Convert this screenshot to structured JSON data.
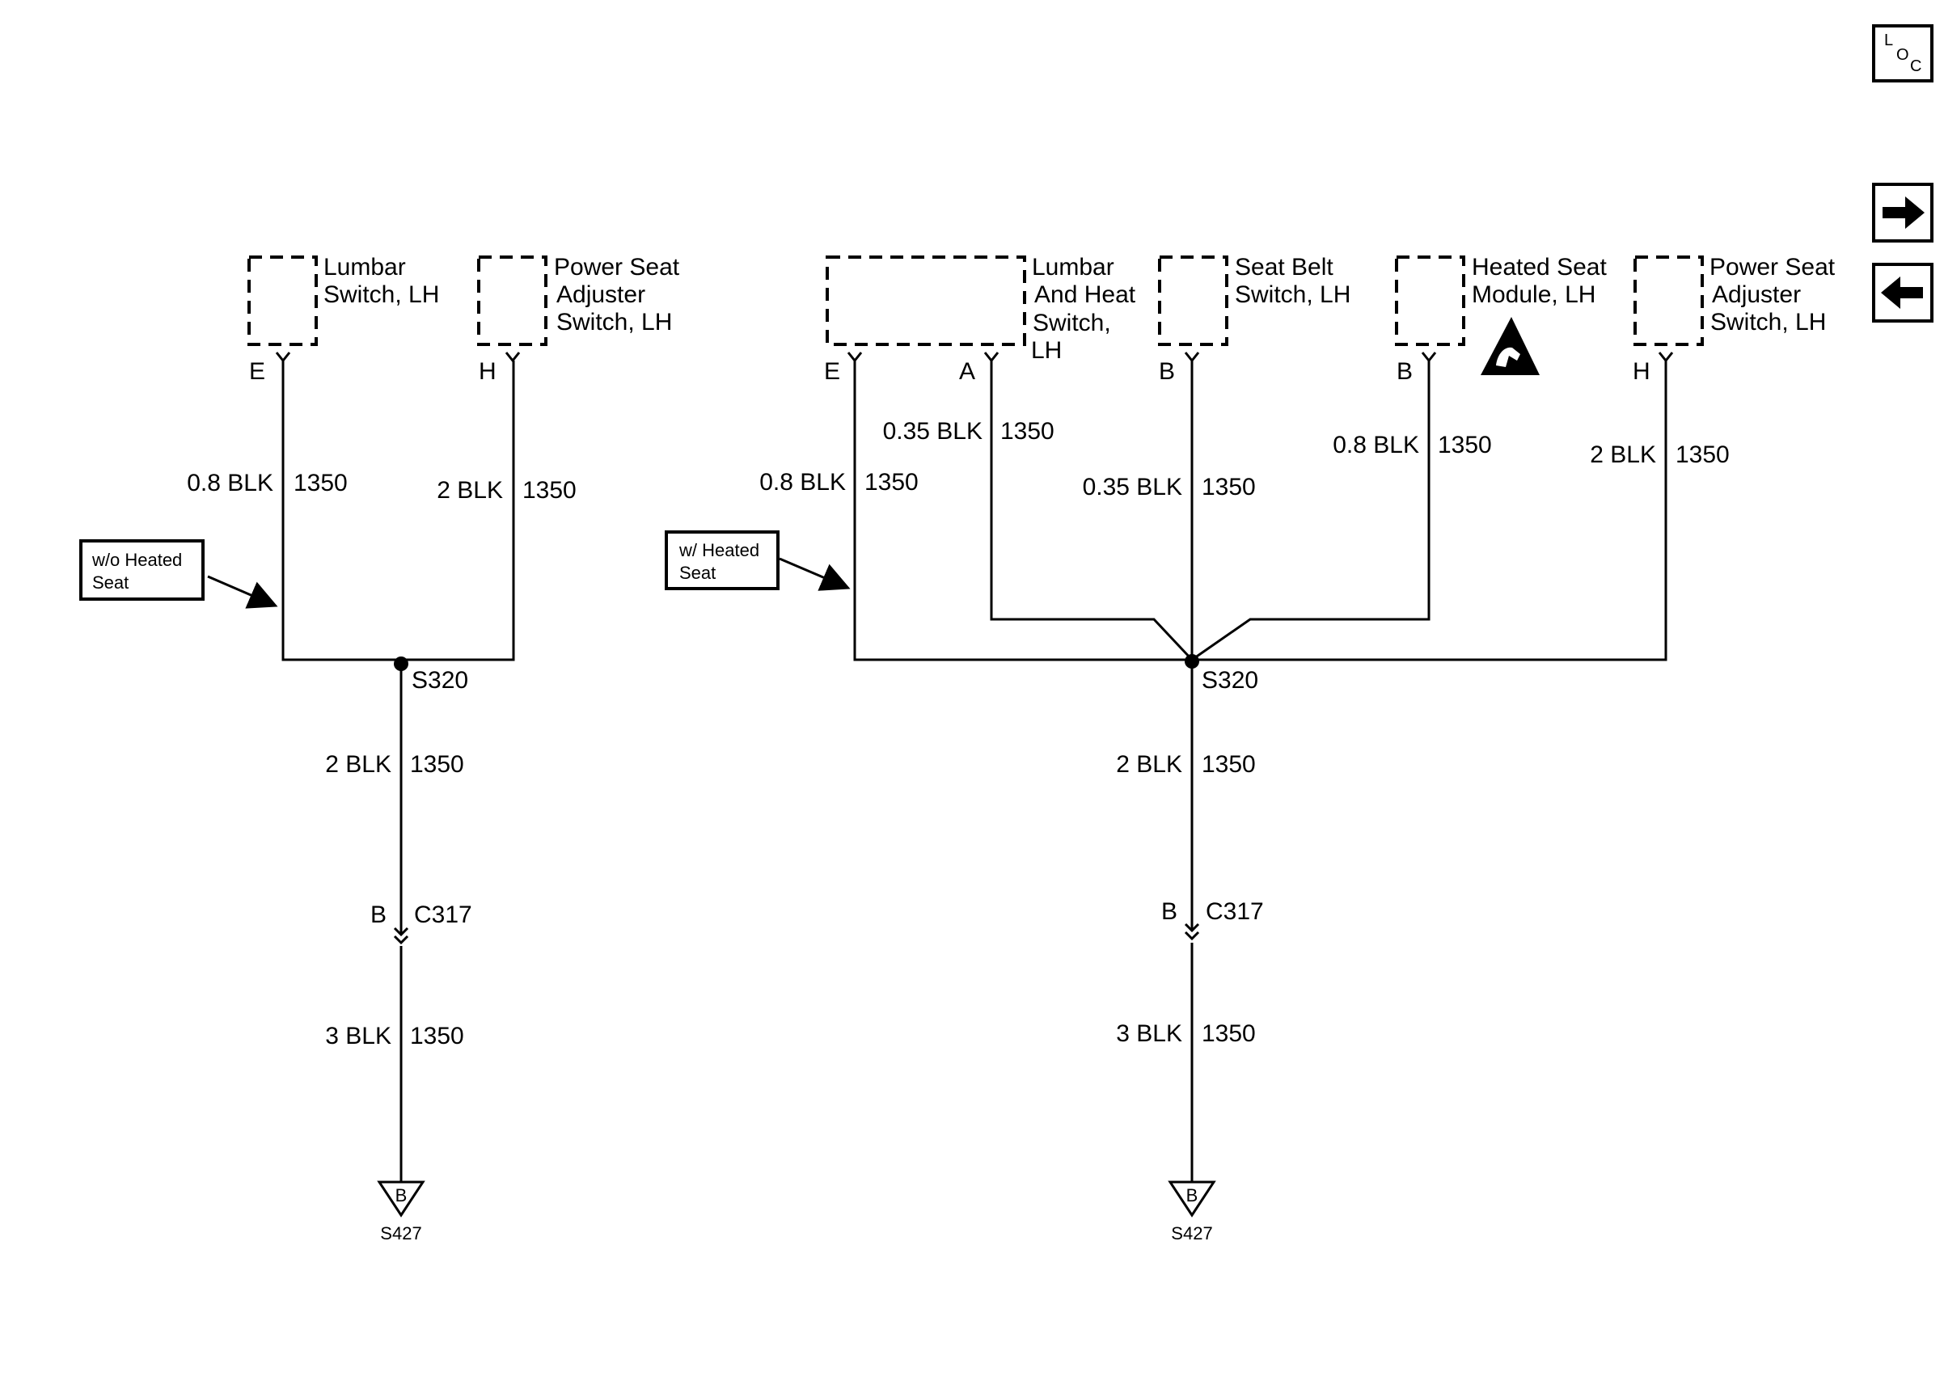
{
  "nav": {
    "loc_letters": [
      "L",
      "O",
      "C"
    ],
    "next_icon": "arrow-right-icon",
    "prev_icon": "arrow-left-icon"
  },
  "left": {
    "note": [
      "w/o Heated",
      "Seat"
    ],
    "components": {
      "lumbar": [
        "Lumbar",
        "Switch, LH"
      ],
      "power_seat": [
        "Power Seat",
        "Adjuster",
        "Switch, LH"
      ]
    },
    "pins": {
      "lumbar": "E",
      "power_seat": "H"
    },
    "wires": {
      "lumbar": {
        "gauge": "0.8 BLK",
        "circuit": "1350"
      },
      "power_seat": {
        "gauge": "2 BLK",
        "circuit": "1350"
      },
      "splice_out": {
        "gauge": "2 BLK",
        "circuit": "1350"
      },
      "ground": {
        "gauge": "3 BLK",
        "circuit": "1350"
      }
    },
    "splice": "S320",
    "connector": {
      "pin": "B",
      "name": "C317"
    },
    "ground": {
      "letter": "B",
      "name": "S427"
    }
  },
  "right": {
    "note": [
      "w/ Heated",
      "Seat"
    ],
    "components": {
      "lumbar_heat": [
        "Lumbar",
        "And Heat",
        "Switch,",
        "LH"
      ],
      "seat_belt": [
        "Seat Belt",
        "Switch, LH"
      ],
      "heated_module": [
        "Heated Seat",
        "Module, LH"
      ],
      "power_seat": [
        "Power Seat",
        "Adjuster",
        "Switch, LH"
      ]
    },
    "pins": {
      "lumbar_e": "E",
      "lumbar_a": "A",
      "seat_belt": "B",
      "heated_module": "B",
      "power_seat": "H"
    },
    "wires": {
      "lumbar_e": {
        "gauge": "0.8 BLK",
        "circuit": "1350"
      },
      "lumbar_a": {
        "gauge": "0.35 BLK",
        "circuit": "1350"
      },
      "seat_belt": {
        "gauge": "0.35 BLK",
        "circuit": "1350"
      },
      "heated_module": {
        "gauge": "0.8 BLK",
        "circuit": "1350"
      },
      "power_seat": {
        "gauge": "2 BLK",
        "circuit": "1350"
      },
      "splice_out": {
        "gauge": "2 BLK",
        "circuit": "1350"
      },
      "ground": {
        "gauge": "3 BLK",
        "circuit": "1350"
      }
    },
    "splice": "S320",
    "connector": {
      "pin": "B",
      "name": "C317"
    },
    "ground": {
      "letter": "B",
      "name": "S427"
    },
    "esd_icon": "esd-sensitive-icon"
  }
}
